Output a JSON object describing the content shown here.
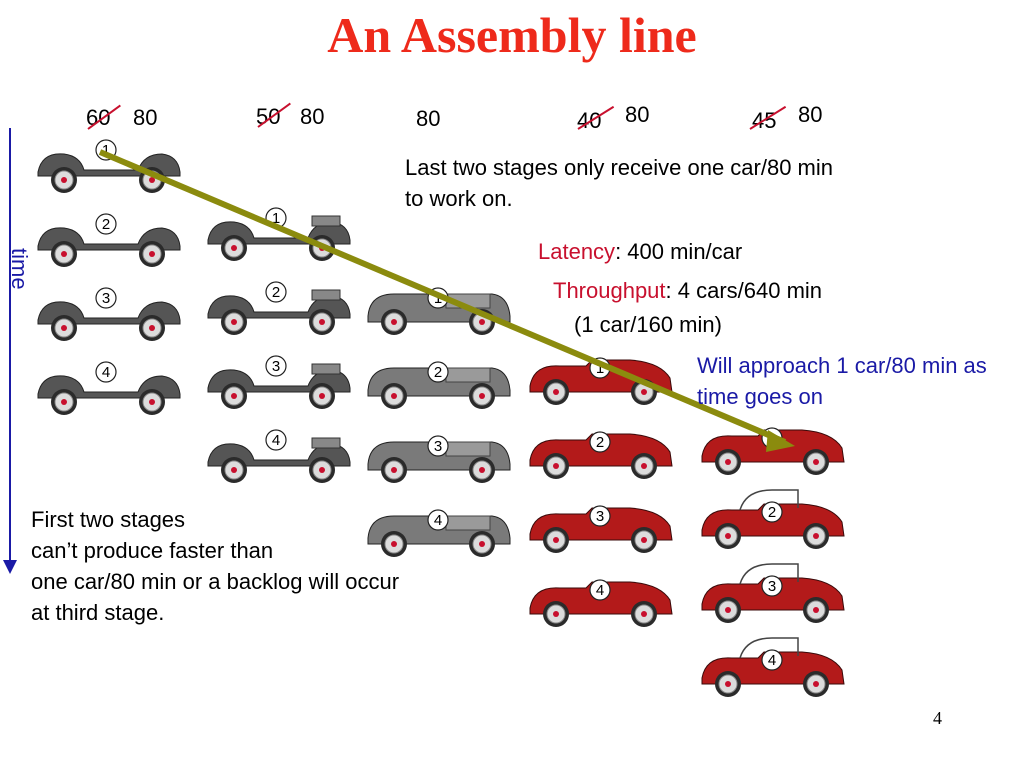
{
  "title": "An Assembly line",
  "stage_times": [
    {
      "old": "60",
      "new": "80"
    },
    {
      "old": "50",
      "new": "80"
    },
    {
      "old": "",
      "new": "80"
    },
    {
      "old": "40",
      "new": "80"
    },
    {
      "old": "45",
      "new": "80"
    }
  ],
  "time_axis_label": "time",
  "car_numbers": [
    "1",
    "2",
    "3",
    "4"
  ],
  "note_last_stages": "Last two stages only receive one car/80 min to work on.",
  "latency": {
    "label": "Latency",
    "value": ": 400 min/car"
  },
  "throughput": {
    "label": "Throughput",
    "value": ": 4 cars/640 min",
    "detail": "(1 car/160 min)"
  },
  "approach_note": "Will approach 1 car/80 min as time goes on",
  "note_first_stages": {
    "line1": "First two stages",
    "line2": "can’t produce faster than",
    "line3": "one car/80 min or a backlog will occur",
    "line4": "at third stage."
  },
  "page_number": "4",
  "colors": {
    "title": "#ee2a1b",
    "strike": "#c8102e",
    "time_axis": "#1a1aa6",
    "arrow": "#8b8b0e",
    "chassis": "#555555",
    "grey_body": "#7a7a7a",
    "red_body": "#b31a1a"
  },
  "stage_icons": [
    "chassis-car-icon",
    "chassis-car-icon",
    "grey-body-car-icon",
    "red-painted-car-icon",
    "red-convertible-car-icon"
  ]
}
